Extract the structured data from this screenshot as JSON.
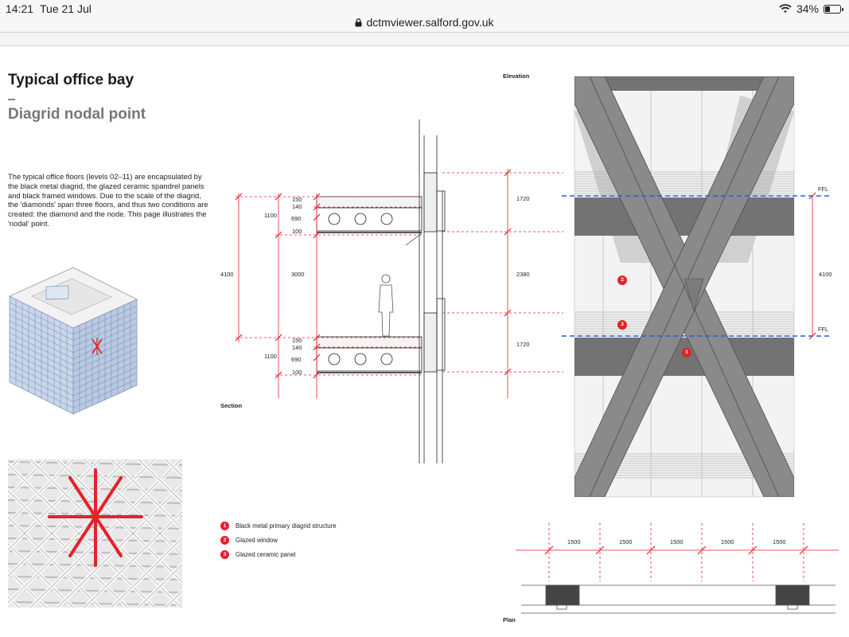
{
  "status_bar": {
    "time": "14:21",
    "date": "Tue 21 Jul",
    "battery_percent": "34%",
    "battery_level": 0.34
  },
  "browser": {
    "url": "dctmviewer.salford.gov.uk"
  },
  "document": {
    "title": "Typical office bay",
    "separator": "–",
    "subtitle": "Diagrid nodal point",
    "intro": "The typical office floors (levels 02–11) are encapsulated by the black metal diagrid, the glazed ceramic spandrel panels and black framed windows. Due to the scale of the diagrid, the 'diamonds' span three floors, and thus two conditions are created: the diamond and the node. This page illustrates the 'nodal' point.",
    "labels": {
      "elevation": "Elevation",
      "section": "Section",
      "plan": "Plan",
      "ffl": "FFL"
    },
    "section_dims": {
      "outer": "4100",
      "upper_1100": "1100",
      "lower_1100": "1100",
      "mid_3000": "3000",
      "upper_stack": [
        "150",
        "140",
        "690",
        "100"
      ],
      "lower_stack": [
        "150",
        "140",
        "690",
        "100"
      ],
      "right": [
        "1720",
        "2380",
        "1720"
      ]
    },
    "elevation_dims": {
      "height": "4100"
    },
    "plan_dims": [
      "1500",
      "1500",
      "1500",
      "1500",
      "1500"
    ],
    "legend": [
      {
        "num": "1",
        "label": "Black metal primary diagrid structure"
      },
      {
        "num": "2",
        "label": "Glazed window"
      },
      {
        "num": "3",
        "label": "Glazed ceramic panel"
      }
    ],
    "elevation_markers": [
      "1",
      "2",
      "3"
    ]
  },
  "colors": {
    "accent_red": "#e3222b",
    "ffl_blue": "#2a5bd7",
    "diagrid_grey": "#6f6f6f",
    "text_grey": "#777777"
  }
}
